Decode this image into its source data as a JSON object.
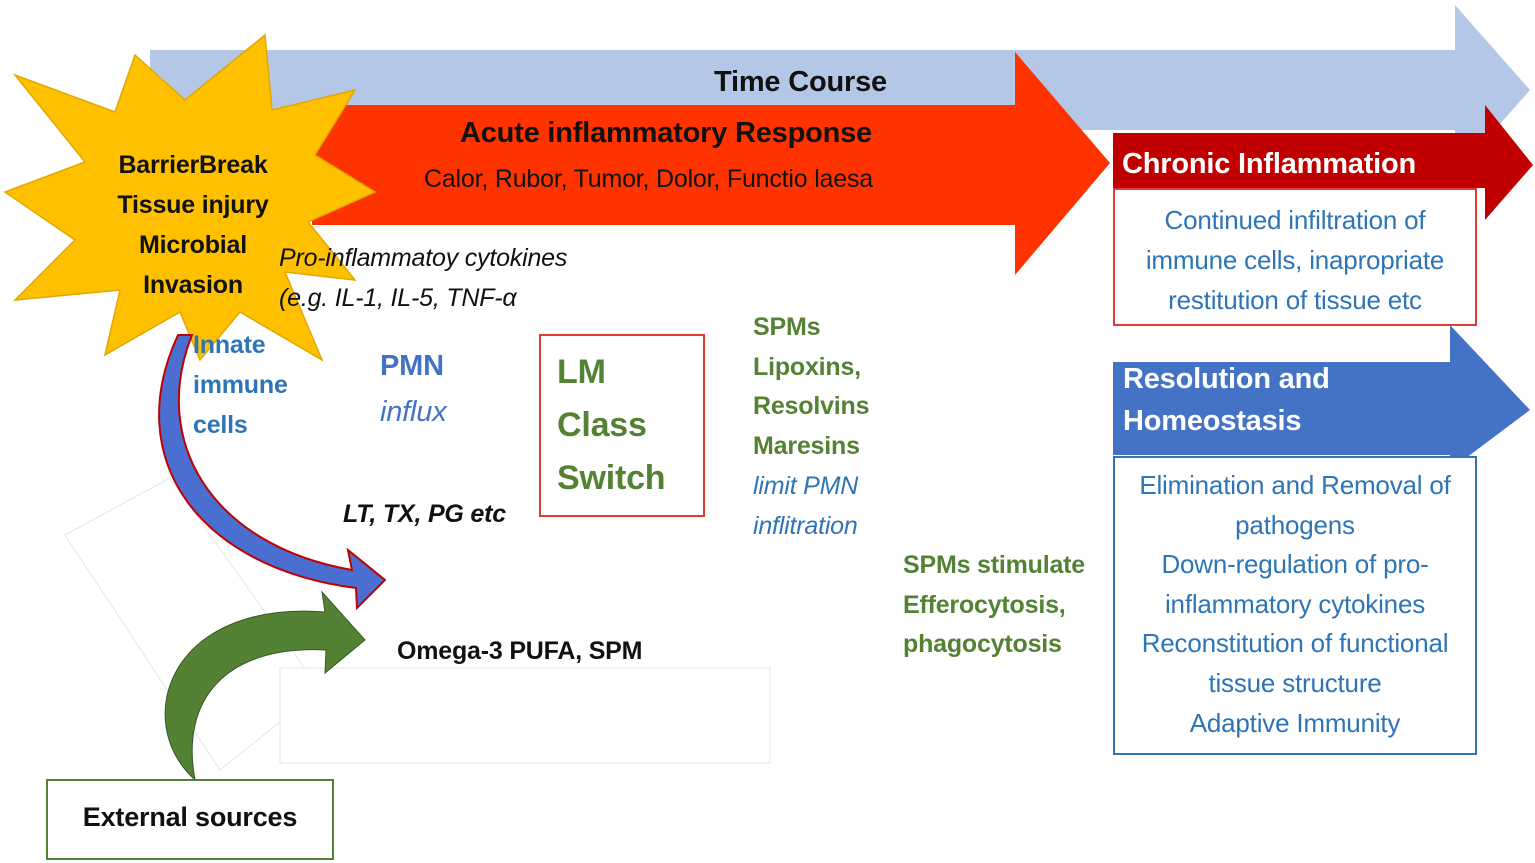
{
  "time_course": {
    "label": "Time Course",
    "color": "#b4c7e7"
  },
  "acute": {
    "title": "Acute inflammatory Response",
    "signs": "Calor, Rubor, Tumor, Dolor, Functio laesa",
    "color": "#ff3300"
  },
  "chronic": {
    "title": "Chronic Inflammation",
    "color": "#c00000",
    "desc_lines": [
      "Continued infiltration of",
      "immune cells, inapropriate",
      "restitution of tissue etc"
    ]
  },
  "resolution": {
    "title_lines": [
      "Resolution and",
      "Homeostasis"
    ],
    "color": "#4472c4",
    "desc_lines": [
      "Elimination and Removal of",
      "pathogens",
      "Down-regulation of pro-",
      "inflammatory cytokines",
      "Reconstitution of functional",
      "tissue structure",
      "Adaptive Immunity"
    ]
  },
  "starburst": {
    "lines": [
      "BarrierBreak",
      "Tissue injury",
      "Microbial",
      "Invasion"
    ],
    "color": "#ffc000"
  },
  "cytokines": {
    "lines": [
      "Pro-inflammatoy cytokines",
      "(e.g. IL-1, IL-5, TNF-α"
    ]
  },
  "innate": {
    "lines": [
      "Innate",
      "immune",
      "cells"
    ]
  },
  "pmn": {
    "title": "PMN",
    "subtitle": "influx"
  },
  "lm_switch": {
    "lines": [
      "LM",
      "Class",
      "Switch"
    ]
  },
  "spms": {
    "lines": [
      "SPMs",
      "Lipoxins,",
      "Resolvins",
      "Maresins"
    ],
    "italic_lines": [
      "limit PMN",
      "inflitration"
    ]
  },
  "spm_stimulate": {
    "lines": [
      "SPMs stimulate",
      "Efferocytosis,",
      "phagocytosis"
    ]
  },
  "lt_tx": {
    "label": "LT, TX, PG etc"
  },
  "omega": {
    "label": "Omega-3 PUFA, SPM"
  },
  "external": {
    "label": "External sources"
  }
}
